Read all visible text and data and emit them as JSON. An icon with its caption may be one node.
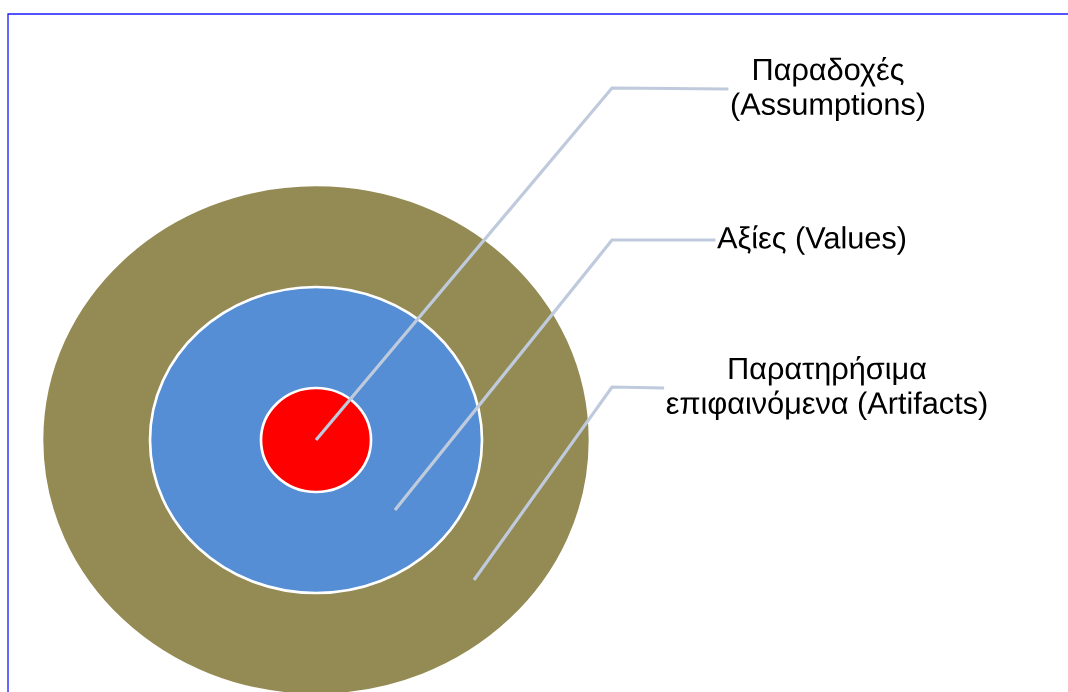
{
  "diagram": {
    "nodes": [
      {
        "text": [
          "Παραδοχές (Assumptions)"
        ]
      },
      {
        "text": [
          "Αξίες (Values)"
        ]
      },
      {
        "text": [
          "Παρατηρήσιμα επιφαινόμενα (Artifacts)"
        ]
      },
      {
        "text": [],
        "shape": "circle"
      },
      {
        "text": [],
        "shape": "circle",
        "in": 3
      },
      {
        "text": [],
        "shape": "circle",
        "in": 4
      }
    ],
    "edges": [
      {
        "from": 0,
        "to": 5,
        "arrow": "none"
      },
      {
        "from": 1,
        "to": 4,
        "arrow": "none"
      },
      {
        "from": 2,
        "to": 3,
        "arrow": "none"
      }
    ]
  }
}
